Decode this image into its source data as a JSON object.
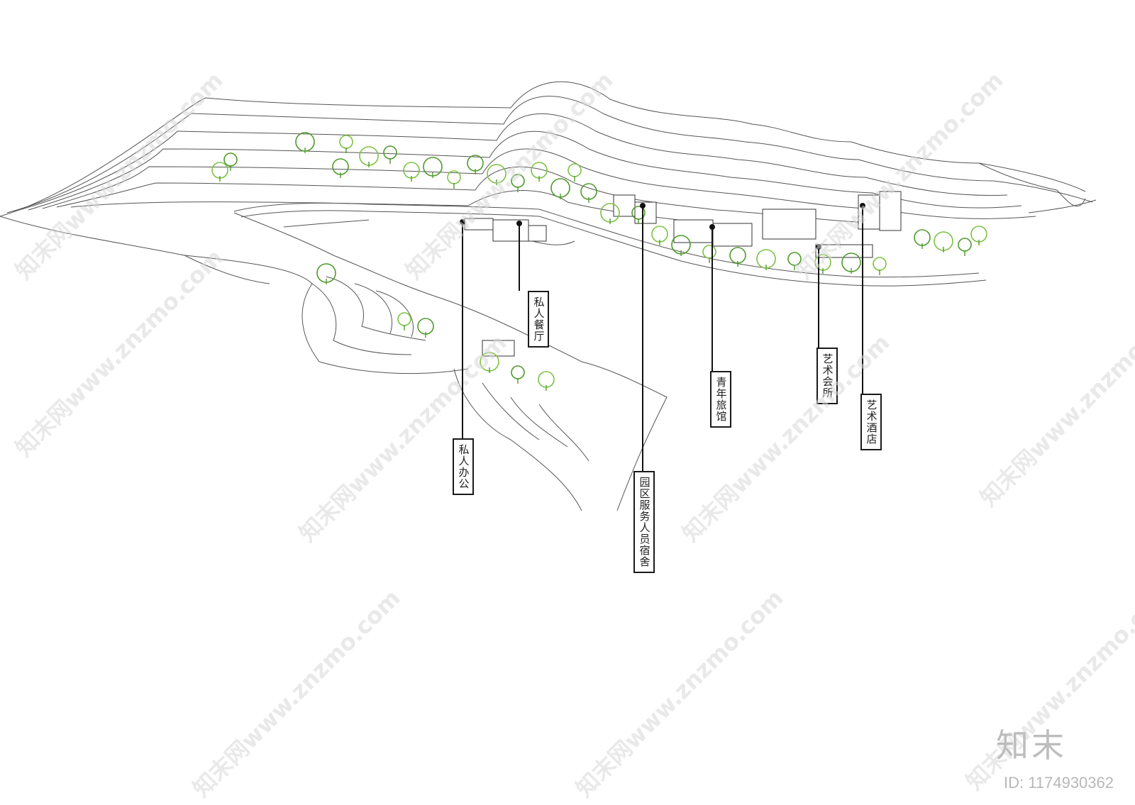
{
  "labels": {
    "private_office": "私人办公",
    "private_restaurant": "私人餐厅",
    "staff_dormitory": "园区服务人员宿舍",
    "youth_hostel": "青年旅馆",
    "art_club": "艺术会所",
    "art_hotel": "艺术酒店"
  },
  "watermark": {
    "text": "知末网www.znzmo.com",
    "brand": "知末",
    "image_id": "ID: 1174930362"
  },
  "colors": {
    "contour": "#555555",
    "tree": "#7cc242",
    "tree_dark": "#4e9a2a",
    "leader": "#111111",
    "watermark": "#d9d9d9"
  }
}
